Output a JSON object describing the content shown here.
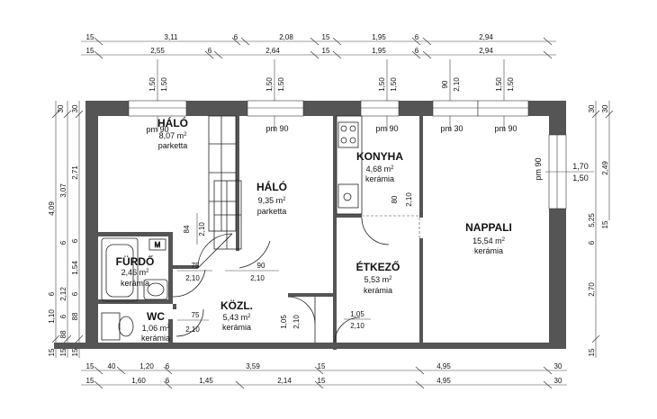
{
  "rooms": [
    {
      "name": "HÁLÓ",
      "area": "8,07 m",
      "sup": "2",
      "floor": "parketta"
    },
    {
      "name": "HÁLÓ",
      "area": "9,35 m",
      "sup": "2",
      "floor": "parketta"
    },
    {
      "name": "KONYHA",
      "area": "4,68 m",
      "sup": "2",
      "floor": "kerámia"
    },
    {
      "name": "NAPPALI",
      "area": "15,54 m",
      "sup": "2",
      "floor": "kerámia"
    },
    {
      "name": "FÜRDŐ",
      "area": "2,46 m",
      "sup": "2",
      "floor": "kerámia"
    },
    {
      "name": "ÉTKEZŐ",
      "area": "5,53 m",
      "sup": "2",
      "floor": "kerámia"
    },
    {
      "name": "KÖZL.",
      "area": "5,43 m",
      "sup": "2",
      "floor": "kerámia"
    },
    {
      "name": "WC",
      "area": "1,06 m",
      "sup": "2",
      "floor": "kerámia"
    }
  ],
  "top_dims": {
    "row1": [
      "15",
      "3,11",
      "6",
      "2,08",
      "15",
      "1,95",
      "6",
      "2,94"
    ],
    "row2": [
      "15",
      "2,55",
      "6",
      "2,64",
      "15",
      "1,95",
      "6",
      "2,94"
    ]
  },
  "bottom_dims": {
    "row1": [
      "15",
      "40",
      "1,20",
      "6",
      "3,59",
      "15",
      "4,95",
      "30"
    ],
    "row2": [
      "15",
      "1,60",
      "6",
      "1,45",
      "2,14",
      "15",
      "4,95",
      "30"
    ]
  },
  "left_dims": {
    "col1": [
      "30",
      "4,09",
      "6",
      "1,10",
      "15"
    ],
    "col2": [
      "30",
      "3,07",
      "6",
      "2,12",
      "6",
      "88",
      "15"
    ],
    "col3": [
      "30",
      "2,71",
      "6",
      "1,54",
      "6",
      "88",
      "15"
    ]
  },
  "right_dims": {
    "col1": [
      "30",
      "5,25",
      "6",
      "2,70",
      "15"
    ],
    "col2": [
      "30",
      "2,49",
      "15"
    ]
  },
  "window_dims": [
    {
      "w": "1,50",
      "h": "1,50"
    },
    {
      "w": "1,50",
      "h": "1,50"
    },
    {
      "w": "1,50",
      "h": "1,50"
    },
    {
      "w": "90",
      "h": "2,10"
    },
    {
      "w": "1,50",
      "h": "1,50"
    }
  ],
  "window_tags": [
    "pm 90",
    "pm 90",
    "pm 90",
    "pm 30",
    "pm 90"
  ],
  "right_window": {
    "tag": "pm 90",
    "w": "1,70",
    "h": "1,50"
  },
  "doors": [
    {
      "w": "84",
      "h": "2,10"
    },
    {
      "w": "75",
      "h": "2,10"
    },
    {
      "w": "90",
      "h": "2,10"
    },
    {
      "w": "75",
      "h": "2,10"
    },
    {
      "w": "1,05",
      "h": "2,10"
    },
    {
      "w": "1,05",
      "h": "2,10"
    },
    {
      "w": "80",
      "h": "2,10"
    }
  ],
  "fixture_letter": "M"
}
